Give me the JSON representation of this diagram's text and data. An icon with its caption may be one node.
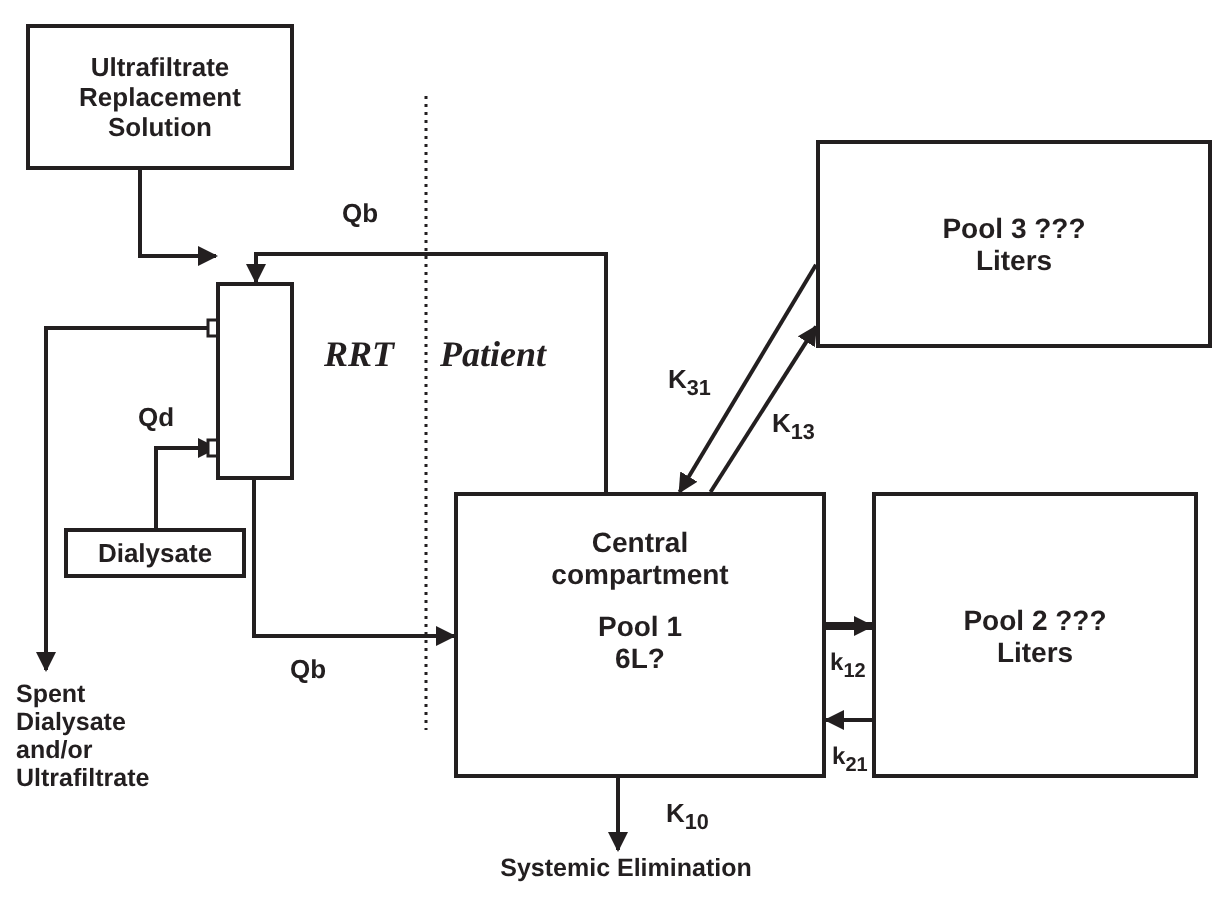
{
  "diagram": {
    "nodes": [
      {
        "text": [
          "Ultrafiltrate Replacement Solution"
        ]
      },
      {
        "text": [],
        "shape": "box"
      },
      {
        "text": [
          "Dialysate"
        ]
      },
      {
        "text": [
          "Central compartment",
          "Pool 1 6L?"
        ]
      },
      {
        "text": [
          "Pool 3 ???Liters"
        ]
      },
      {
        "text": [
          "Pool 2 ???Liters"
        ]
      },
      {
        "text": [
          "Spent Dialysate and/or Ultrafiltrate"
        ]
      },
      {
        "text": [
          "Systemic Elimination"
        ]
      }
    ],
    "edges": [
      {
        "from": 0,
        "to": 1,
        "arrow": "to"
      },
      {
        "from": 3,
        "to": 1,
        "arrow": "to",
        "label": "Qb"
      },
      {
        "from": 2,
        "to": 1,
        "arrow": "to",
        "label": "Qd"
      },
      {
        "from": 1,
        "to": 6,
        "arrow": "to"
      },
      {
        "from": 1,
        "to": 3,
        "arrow": "to",
        "label": "Qb"
      },
      {
        "from": 4,
        "to": 3,
        "arrow": "to",
        "label": "K$_{31}$"
      },
      {
        "from": 3,
        "to": 4,
        "arrow": "to",
        "label": "K$_{13}$"
      },
      {
        "from": 3,
        "to": 5,
        "arrow": "to",
        "label": "k$_{12}$",
        "style": "thick"
      },
      {
        "from": 5,
        "to": 3,
        "arrow": "to",
        "label": "k$_{21}$"
      },
      {
        "from": 3,
        "to": 7,
        "arrow": "to",
        "label": "K$_{10}$"
      }
    ],
    "labels": [
      "RRT",
      "Patient"
    ]
  }
}
